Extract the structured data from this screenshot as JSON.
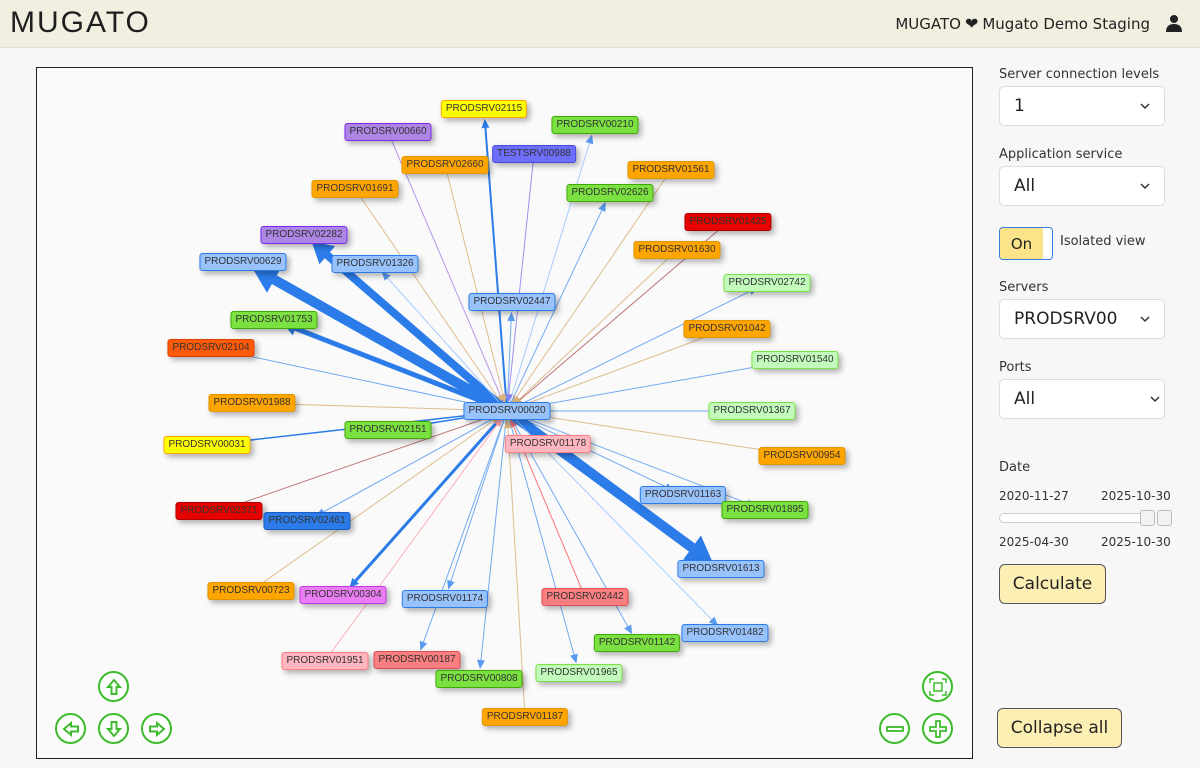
{
  "header": {
    "logo": "MUGATO",
    "org": "MUGATO",
    "heart_icon": "heart-icon",
    "workspace": "Mugato Demo Staging",
    "user_icon": "user-icon"
  },
  "graph": {
    "center": {
      "id": "n0",
      "label": "PRODSRV00020",
      "color": "#97c2fc",
      "border": "#2b7ce9"
    },
    "nodes": [
      {
        "id": "n1",
        "label": "PRODSRV02115",
        "color": "#ffff00",
        "border": "#ffa500",
        "edge": "#2b7ce9",
        "weight": 2,
        "dir": "out"
      },
      {
        "id": "n2",
        "label": "PRODSRV00660",
        "color": "#ad85e4",
        "border": "#7c29f0",
        "edge": "#ad85e4",
        "weight": 1,
        "dir": "in"
      },
      {
        "id": "n3",
        "label": "PRODSRV00210",
        "color": "#7be141",
        "border": "#41a906",
        "edge": "#97c2fc",
        "weight": 1,
        "dir": "out"
      },
      {
        "id": "n4",
        "label": "PRODSRV02660",
        "color": "#ffa500",
        "border": "#e19600",
        "edge": "#d8b37a",
        "weight": 1,
        "dir": "in"
      },
      {
        "id": "n5",
        "label": "TESTSRV00988",
        "color": "#6e6efd",
        "border": "#4a4ae0",
        "edge": "#8c7df0",
        "weight": 1,
        "dir": "in"
      },
      {
        "id": "n6",
        "label": "PRODSRV01561",
        "color": "#ffa500",
        "border": "#e19600",
        "edge": "#d8b37a",
        "weight": 1,
        "dir": "in"
      },
      {
        "id": "n7",
        "label": "PRODSRV01691",
        "color": "#ffa500",
        "border": "#e19600",
        "edge": "#d8b37a",
        "weight": 1,
        "dir": "in"
      },
      {
        "id": "n8",
        "label": "PRODSRV02626",
        "color": "#7be141",
        "border": "#41a906",
        "edge": "#5a9bf0",
        "weight": 1,
        "dir": "out"
      },
      {
        "id": "n9",
        "label": "PRODSRV01425",
        "color": "#e60000",
        "border": "#b00000",
        "edge": "#b06060",
        "weight": 1,
        "dir": "in"
      },
      {
        "id": "n10",
        "label": "PRODSRV02282",
        "color": "#ad85e4",
        "border": "#7c29f0",
        "edge": "#2b7ce9",
        "weight": 8,
        "dir": "out"
      },
      {
        "id": "n11",
        "label": "PRODSRV01630",
        "color": "#ffa500",
        "border": "#e19600",
        "edge": "#d8b37a",
        "weight": 1,
        "dir": "in"
      },
      {
        "id": "n12",
        "label": "PRODSRV00629",
        "color": "#97c2fc",
        "border": "#2b7ce9",
        "edge": "#2b7ce9",
        "weight": 10,
        "dir": "out"
      },
      {
        "id": "n13",
        "label": "PRODSRV01326",
        "color": "#97c2fc",
        "border": "#2b7ce9",
        "edge": "#97c2fc",
        "weight": 1,
        "dir": "out"
      },
      {
        "id": "n14",
        "label": "PRODSRV02742",
        "color": "#c2fabc",
        "border": "#7be141",
        "edge": "#5a9bf0",
        "weight": 1,
        "dir": "out"
      },
      {
        "id": "n15",
        "label": "PRODSRV02447",
        "color": "#97c2fc",
        "border": "#2b7ce9",
        "edge": "#5a9bf0",
        "weight": 1,
        "dir": "out"
      },
      {
        "id": "n16",
        "label": "PRODSRV01753",
        "color": "#7be141",
        "border": "#41a906",
        "edge": "#2b7ce9",
        "weight": 5,
        "dir": "out"
      },
      {
        "id": "n17",
        "label": "PRODSRV01042",
        "color": "#ffa500",
        "border": "#e19600",
        "edge": "#d8b37a",
        "weight": 1,
        "dir": "in"
      },
      {
        "id": "n18",
        "label": "PRODSRV02104",
        "color": "#ff5a0a",
        "border": "#e04000",
        "edge": "#5a9bf0",
        "weight": 1,
        "dir": "out"
      },
      {
        "id": "n19",
        "label": "PRODSRV01540",
        "color": "#c2fabc",
        "border": "#7be141",
        "edge": "#5a9bf0",
        "weight": 1,
        "dir": "out"
      },
      {
        "id": "n20",
        "label": "PRODSRV01988",
        "color": "#ffa500",
        "border": "#e19600",
        "edge": "#d8b37a",
        "weight": 1,
        "dir": "in"
      },
      {
        "id": "n21",
        "label": "PRODSRV01367",
        "color": "#c2fabc",
        "border": "#7be141",
        "edge": "#5a9bf0",
        "weight": 1,
        "dir": "out"
      },
      {
        "id": "n22",
        "label": "PRODSRV02151",
        "color": "#7be141",
        "border": "#41a906",
        "edge": "#2b7ce9",
        "weight": 1.5,
        "dir": "out"
      },
      {
        "id": "n23",
        "label": "PRODSRV00031",
        "color": "#ffff00",
        "border": "#ffa500",
        "edge": "#2b7ce9",
        "weight": 1.5,
        "dir": "out"
      },
      {
        "id": "n24",
        "label": "PRODSRV01178",
        "color": "#ffb6c1",
        "border": "#fb7e81",
        "edge": "#5a9bf0",
        "weight": 1,
        "dir": "out"
      },
      {
        "id": "n25",
        "label": "PRODSRV00954",
        "color": "#ffa500",
        "border": "#e19600",
        "edge": "#d8b37a",
        "weight": 1,
        "dir": "in"
      },
      {
        "id": "n26",
        "label": "PRODSRV01163",
        "color": "#97c2fc",
        "border": "#2b7ce9",
        "edge": "#5a9bf0",
        "weight": 1,
        "dir": "out"
      },
      {
        "id": "n27",
        "label": "PRODSRV01895",
        "color": "#7be141",
        "border": "#41a906",
        "edge": "#5a9bf0",
        "weight": 1,
        "dir": "out"
      },
      {
        "id": "n28",
        "label": "PRODSRV02371",
        "color": "#e60000",
        "border": "#b00000",
        "edge": "#b06060",
        "weight": 1,
        "dir": "in"
      },
      {
        "id": "n29",
        "label": "PRODSRV02461",
        "color": "#2b7ce9",
        "border": "#1a5cc0",
        "edge": "#5a9bf0",
        "weight": 1,
        "dir": "out"
      },
      {
        "id": "n30",
        "label": "PRODSRV01613",
        "color": "#97c2fc",
        "border": "#2b7ce9",
        "edge": "#2b7ce9",
        "weight": 10,
        "dir": "out"
      },
      {
        "id": "n31",
        "label": "PRODSRV00723",
        "color": "#ffa500",
        "border": "#e19600",
        "edge": "#d8b37a",
        "weight": 1,
        "dir": "in"
      },
      {
        "id": "n32",
        "label": "PRODSRV00304",
        "color": "#eb7df4",
        "border": "#c037df",
        "edge": "#2b7ce9",
        "weight": 3,
        "dir": "out"
      },
      {
        "id": "n33",
        "label": "PRODSRV01174",
        "color": "#97c2fc",
        "border": "#2b7ce9",
        "edge": "#5a9bf0",
        "weight": 1,
        "dir": "out"
      },
      {
        "id": "n34",
        "label": "PRODSRV02442",
        "color": "#fb7e81",
        "border": "#e04e55",
        "edge": "#fb5e61",
        "weight": 1,
        "dir": "in"
      },
      {
        "id": "n35",
        "label": "PRODSRV01142",
        "color": "#7be141",
        "border": "#41a906",
        "edge": "#5a9bf0",
        "weight": 1,
        "dir": "out"
      },
      {
        "id": "n36",
        "label": "PRODSRV01482",
        "color": "#97c2fc",
        "border": "#2b7ce9",
        "edge": "#97c2fc",
        "weight": 1,
        "dir": "out"
      },
      {
        "id": "n37",
        "label": "PRODSRV01951",
        "color": "#ffb6c1",
        "border": "#fb7e81",
        "edge": "#ffa0ac",
        "weight": 1,
        "dir": "in"
      },
      {
        "id": "n38",
        "label": "PRODSRV00187",
        "color": "#fb7e81",
        "border": "#e04e55",
        "edge": "#5a9bf0",
        "weight": 1,
        "dir": "out"
      },
      {
        "id": "n39",
        "label": "PRODSRV00808",
        "color": "#7be141",
        "border": "#41a906",
        "edge": "#5a9bf0",
        "weight": 1,
        "dir": "out"
      },
      {
        "id": "n40",
        "label": "PRODSRV01965",
        "color": "#c2fabc",
        "border": "#7be141",
        "edge": "#5a9bf0",
        "weight": 1,
        "dir": "out"
      },
      {
        "id": "n41",
        "label": "PRODSRV01187",
        "color": "#ffa500",
        "border": "#e19600",
        "edge": "#d8b37a",
        "weight": 1,
        "dir": "in"
      }
    ]
  },
  "controls": {
    "up": "arrow-up-icon",
    "down": "arrow-down-icon",
    "left": "arrow-left-icon",
    "right": "arrow-right-icon",
    "fit": "fit-screen-icon",
    "zoom_out": "zoom-out-icon",
    "zoom_in": "zoom-in-icon"
  },
  "panel": {
    "levels_label": "Server connection levels",
    "levels_value": "1",
    "app_label": "Application service",
    "app_value": "All",
    "isolated_toggle": "On",
    "isolated_label": "Isolated view",
    "servers_label": "Servers",
    "servers_value": "PRODSRV00",
    "ports_label": "Ports",
    "ports_value": "All",
    "date_label": "Date",
    "date_min": "2020-11-27",
    "date_max": "2025-10-30",
    "date_from": "2025-04-30",
    "date_to": "2025-10-30",
    "calculate": "Calculate",
    "collapse_all": "Collapse all"
  }
}
